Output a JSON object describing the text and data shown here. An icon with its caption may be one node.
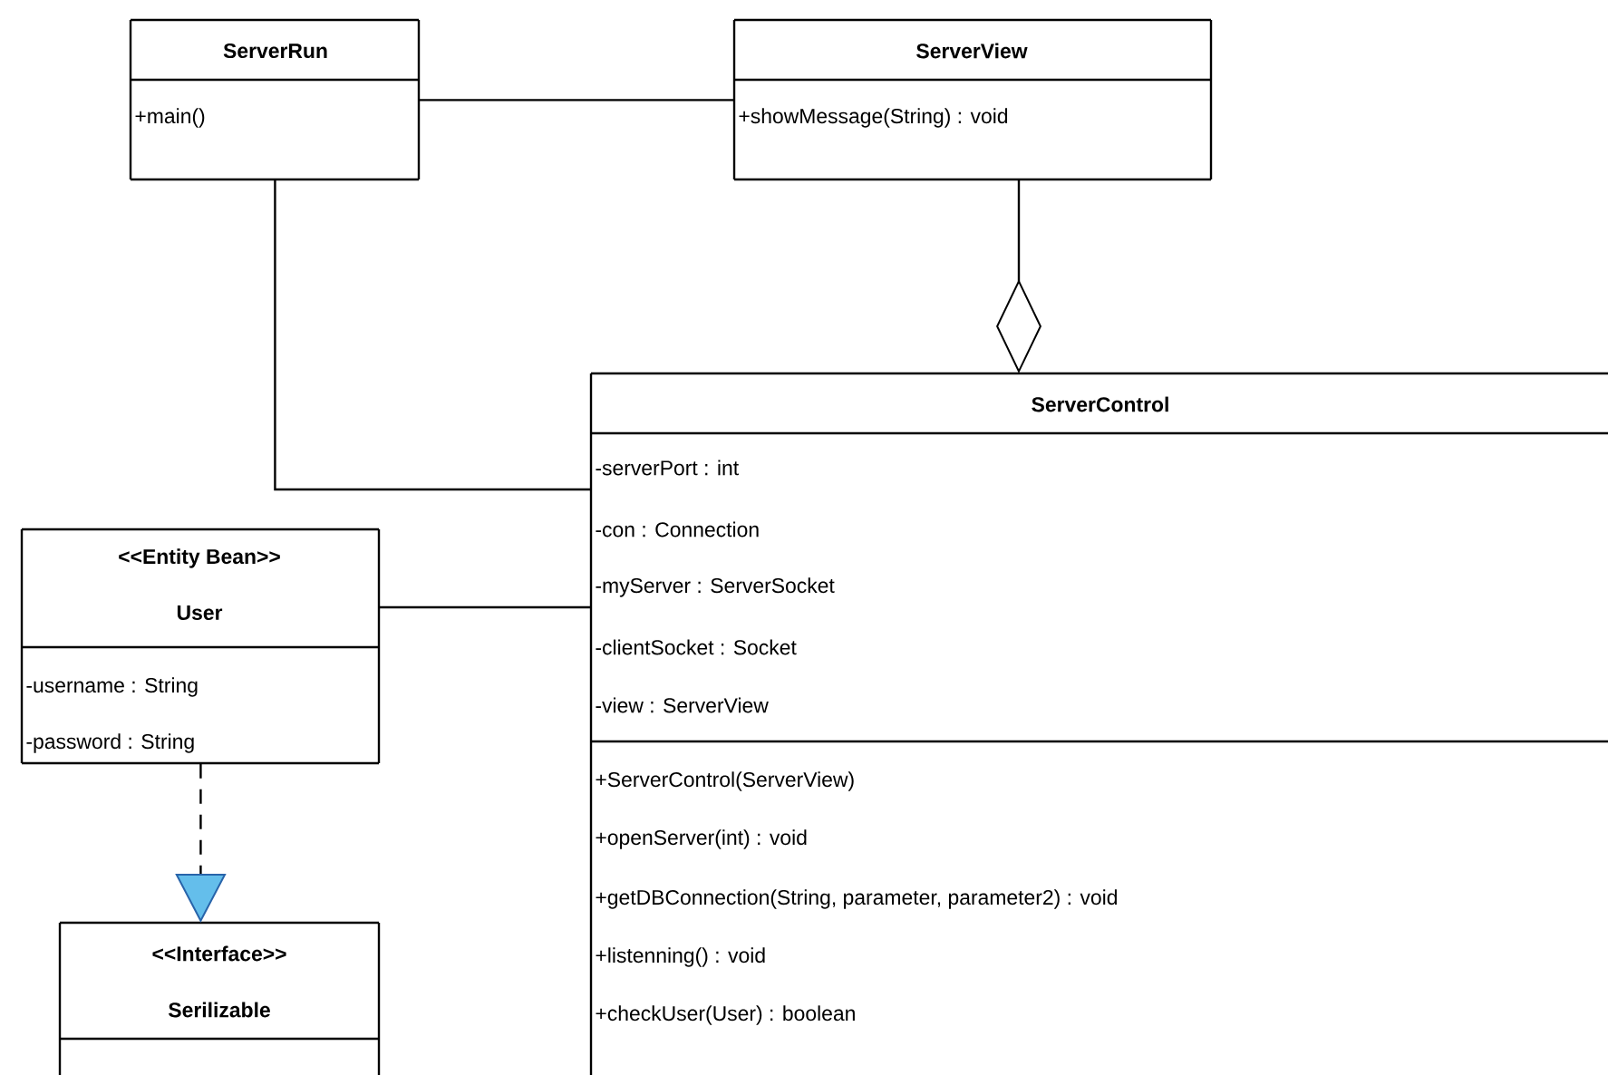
{
  "diagram": {
    "nodes": [
      {
        "text": [
          "ServerRun",
          "+main()"
        ]
      },
      {
        "text": [
          "ServerView",
          "+showMessage(String) : void"
        ]
      },
      {
        "text": [
          "ServerControl",
          "-serverPort : int",
          "-con : Connection",
          "-myServer : ServerSocket",
          "-clientSocket : Socket",
          "-view : ServerView",
          "+ServerControl(ServerView)",
          "+openServer(int) : void",
          "+getDBConnection(String, parameter, parameter2) : void",
          "+listenning() : void",
          "+checkUser(User) : boolean"
        ]
      },
      {
        "text": [
          "<<Entity Bean>>",
          "User",
          "-username : String",
          "-password : String"
        ]
      },
      {
        "text": [
          "<<Interface>>",
          "Serilizable"
        ]
      }
    ],
    "edges": [
      {
        "from": 0,
        "to": 1,
        "arrow": "none"
      },
      {
        "from": 0,
        "to": 2,
        "arrow": "none"
      },
      {
        "from": 1,
        "to": 2,
        "arrow": "other"
      },
      {
        "from": 3,
        "to": 2,
        "arrow": "none"
      },
      {
        "from": 3,
        "to": 4,
        "arrow": "to",
        "style": "dashed"
      }
    ]
  }
}
